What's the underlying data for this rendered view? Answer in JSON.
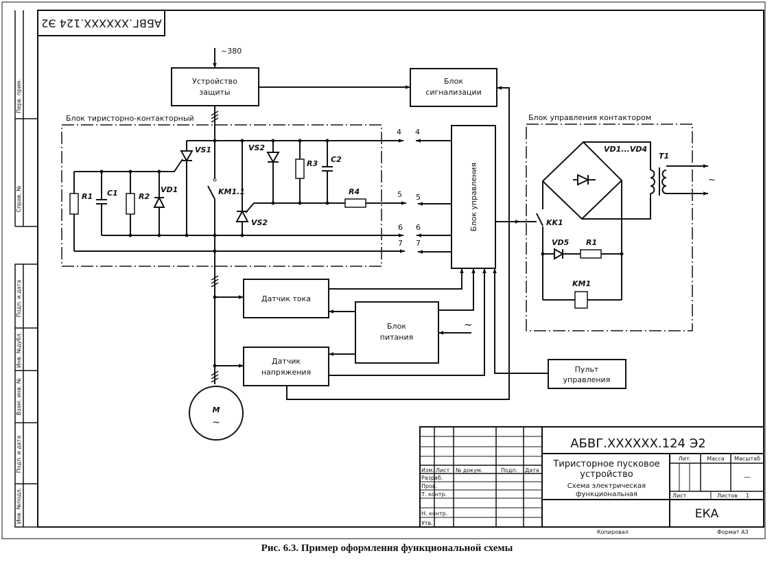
{
  "document": {
    "code_rotated": "АБВГ.XXXXXX.124 Э2",
    "caption": "Рис. 6.3. Пример оформления функциональной схемы"
  },
  "side_stamp": {
    "top_fields": [
      "Перв. прим.",
      "Справ. №"
    ],
    "bottom_fields": [
      "Подп. и дата",
      "Инв. №дубл.",
      "Взам. инв. №",
      "Подп. и дата",
      "Инв. №подл."
    ]
  },
  "supply": {
    "mains_label": "~380",
    "ac_symbol": "~"
  },
  "blocks": {
    "protection": [
      "Устройство",
      "защиты"
    ],
    "signaling": [
      "Блок",
      "сигнализации"
    ],
    "control": "Блок управления",
    "current_sensor": "Датчик тока",
    "power_supply": [
      "Блок",
      "питания"
    ],
    "voltage_sensor": [
      "Датчик",
      "напряжения"
    ],
    "control_panel": [
      "Пульт",
      "управления"
    ],
    "motor": {
      "label": "M",
      "symbol": "~"
    }
  },
  "groups": {
    "thyristor_contactor": "Блок тиристорно-контакторный",
    "contactor_control": "Блок управления контактором"
  },
  "components": {
    "R1": "R1",
    "C1": "C1",
    "R2": "R2",
    "VD1": "VD1",
    "VS1": "VS1",
    "KM1_1": "KM1.1",
    "VS2_top": "VS2",
    "VS2_bottom": "VS2",
    "R3": "R3",
    "C2": "C2",
    "R4": "R4",
    "bridge": "VD1...VD4",
    "T1": "T1",
    "KK1": "KK1",
    "VD5": "VD5",
    "R1_right": "R1",
    "KM1": "KM1"
  },
  "terminals": {
    "left": [
      "4",
      "5",
      "6",
      "7"
    ],
    "right": [
      "4",
      "5",
      "6",
      "7"
    ]
  },
  "title_block": {
    "designation": "АБВГ.XXXXXX.124  Э2",
    "name_line1": "Тиристорное пусковое",
    "name_line2": "устройство",
    "type_line1": "Схема электрическая",
    "type_line2": "функциональная",
    "col_headers": [
      "Изм.",
      "Лист",
      "№ докум.",
      "Подп.",
      "Дата"
    ],
    "rows": [
      "Разраб.",
      "Пров.",
      "Т. контр.",
      "",
      "Н. контр.",
      "Утв."
    ],
    "lit_label": "Лит.",
    "mass_label": "Масса",
    "scale_label": "Масштаб",
    "scale_value": "—",
    "sheet_label": "Лист",
    "sheets_label": "Листов",
    "sheets_value": "1",
    "organization": "ЕКА",
    "copied_label": "Копировал",
    "format_label": "Формат А3"
  }
}
